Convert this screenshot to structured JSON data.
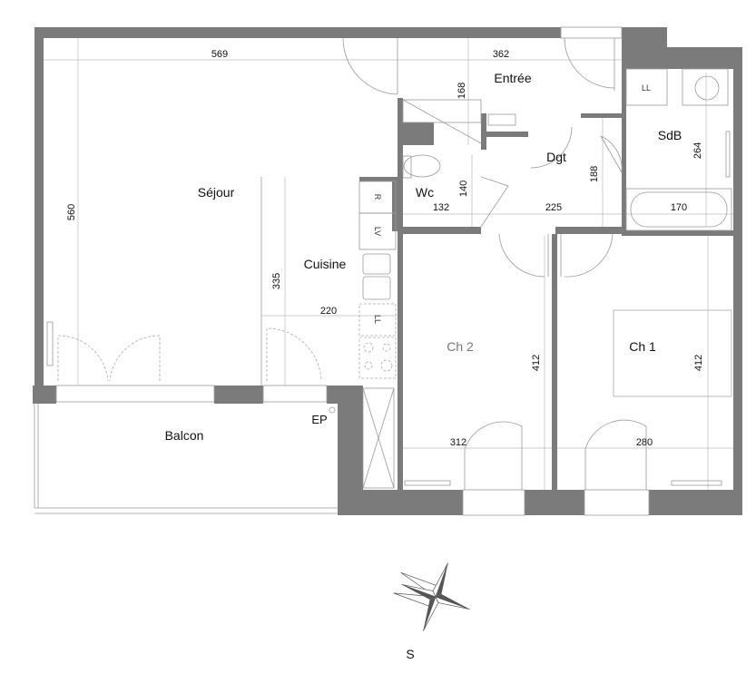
{
  "plan": {
    "rooms": {
      "sejour": "Séjour",
      "entree": "Entrée",
      "dgt": "Dgt",
      "sdb": "SdB",
      "wc": "Wc",
      "cuisine": "Cuisine",
      "ch2": "Ch 2",
      "ch1": "Ch 1",
      "balcon": "Balcon"
    },
    "fixtures": {
      "ep": "EP",
      "fridge": "R",
      "dishwasher": "LV",
      "washer_kitchen": "LL",
      "washer_bath": "LL"
    },
    "dimensions": {
      "sejour_width": "569",
      "entree_width": "362",
      "entree_depth": "168",
      "sejour_depth": "560",
      "wc_depth": "140",
      "wc_width": "132",
      "dgt_width": "225",
      "dgt_depth": "188",
      "sdb_depth": "264",
      "sdb_width": "170",
      "cuisine_depth": "335",
      "cuisine_width": "220",
      "ch2_depth": "412",
      "ch1_depth": "412",
      "ch2_width": "312",
      "ch1_width": "280"
    },
    "compass": {
      "label": "S"
    },
    "colors": {
      "wall": "#7b7b7b",
      "ch2_label": "#777777"
    }
  }
}
